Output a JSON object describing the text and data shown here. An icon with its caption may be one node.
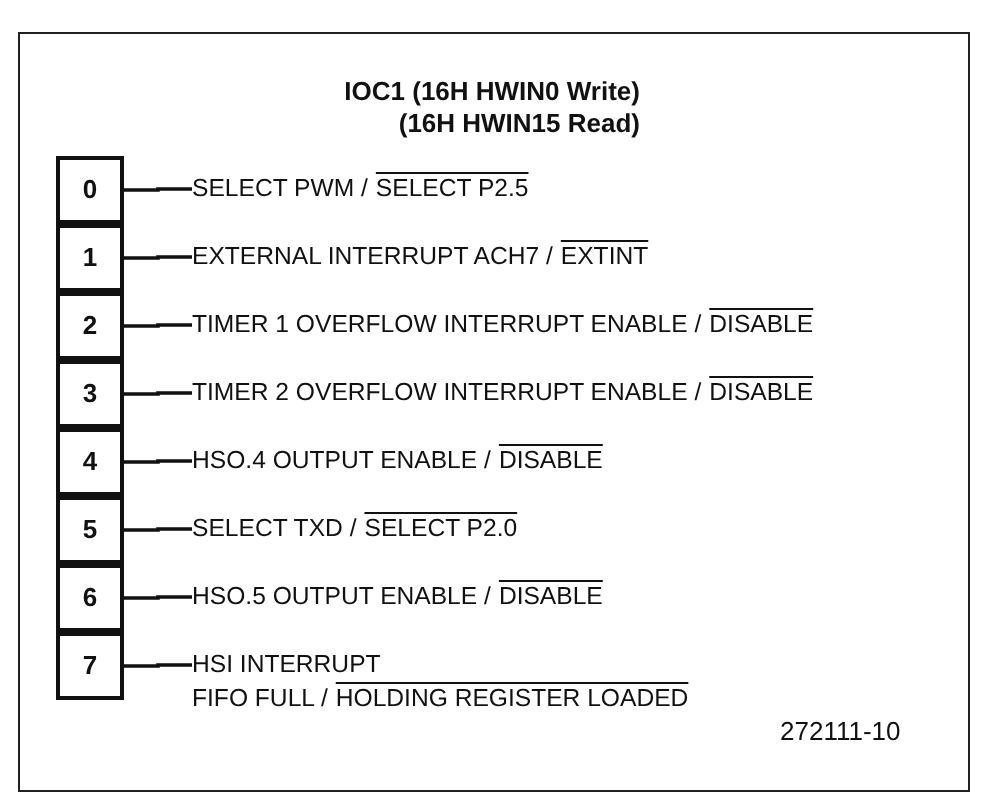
{
  "diagram": {
    "title": "IOC1 (16H HWIN0 Write) (16H HWIN15 Read)",
    "nodes": [
      {
        "text": [
          "0"
        ]
      },
      {
        "text": [
          "1"
        ]
      },
      {
        "text": [
          "2"
        ]
      },
      {
        "text": [
          "3"
        ]
      },
      {
        "text": [
          "4"
        ]
      },
      {
        "text": [
          "5"
        ]
      },
      {
        "text": [
          "6"
        ]
      },
      {
        "text": [
          "7"
        ]
      },
      {
        "text": [
          "SELECT PWM /",
          "SELECT P2.5"
        ]
      },
      {
        "text": [
          "EXTERNAL INTERRUPT ACH7 /",
          "EXTINT"
        ]
      },
      {
        "text": [
          "TIMER 1 OVERFLOW INTERRUPT ENABLE /",
          "DISABLE"
        ]
      },
      {
        "text": [
          "TIMER 2 OVERFLOW INTERRUPT ENABLE /",
          "DISABLE"
        ]
      },
      {
        "text": [
          "HSO.4 OUTPUT ENABLE /",
          "DISABLE"
        ]
      },
      {
        "text": [
          "SELECT TXD /",
          "SELECT P2.0"
        ]
      },
      {
        "text": [
          "HSO.5 OUTPUT ENABLE /",
          "DISABLE"
        ]
      },
      {
        "text": [
          "HSI INTERRUPT",
          "FIFO FULL /",
          "HOLDING REGISTER LOADED"
        ]
      }
    ],
    "edges": [
      {
        "from": 0,
        "to": 8,
        "arrow": "none"
      },
      {
        "from": 1,
        "to": 9,
        "arrow": "none"
      },
      {
        "from": 2,
        "to": 10,
        "arrow": "none"
      },
      {
        "from": 3,
        "to": 11,
        "arrow": "none"
      },
      {
        "from": 4,
        "to": 12,
        "arrow": "none"
      },
      {
        "from": 5,
        "to": 13,
        "arrow": "none"
      },
      {
        "from": 6,
        "to": 14,
        "arrow": "none"
      },
      {
        "from": 7,
        "to": 15,
        "arrow": "none"
      }
    ],
    "labels": [
      "272111-10"
    ]
  }
}
